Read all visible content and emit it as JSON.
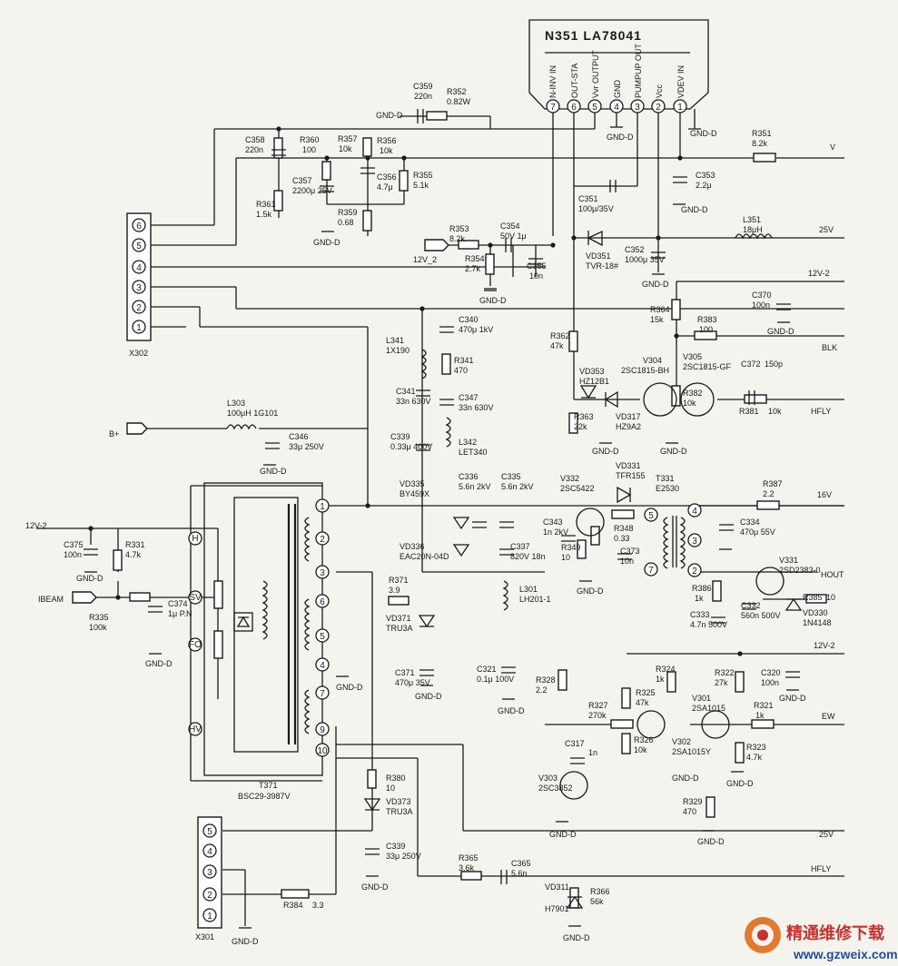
{
  "ic": {
    "name": "N351 LA78041",
    "pins": [
      {
        "num": "7",
        "name": "N-INV IN"
      },
      {
        "num": "6",
        "name": "OUT-STA"
      },
      {
        "num": "5",
        "name": "Vvr OUTPUT"
      },
      {
        "num": "4",
        "name": "GND"
      },
      {
        "num": "3",
        "name": "PUMPUP OUT"
      },
      {
        "num": "2",
        "name": "Vcc"
      },
      {
        "num": "1",
        "name": "VDEV IN"
      }
    ]
  },
  "connectors": {
    "x302": {
      "label": "X302",
      "pins": [
        "6",
        "5",
        "4",
        "3",
        "2",
        "1"
      ]
    },
    "x301": {
      "label": "X301",
      "pins": [
        "5",
        "4",
        "3",
        "2",
        "1"
      ]
    }
  },
  "transformer": {
    "label": "T371",
    "part": "BSC29-3987V",
    "left_pins": [
      "H",
      "SV",
      "FO",
      "HV"
    ],
    "right_pins": [
      "1",
      "2",
      "3",
      "6",
      "5",
      "4",
      "7",
      "9",
      "10"
    ]
  },
  "components": [
    {
      "id": "c359",
      "name": "C359",
      "value": "220n"
    },
    {
      "id": "r352",
      "name": "R352",
      "value": "0.82W"
    },
    {
      "id": "c358",
      "name": "C358",
      "value": "220n"
    },
    {
      "id": "r360",
      "name": "R360",
      "value": "100"
    },
    {
      "id": "r357",
      "name": "R357",
      "value": "10k"
    },
    {
      "id": "r356",
      "name": "R356",
      "value": "10k"
    },
    {
      "id": "c357",
      "name": "C357",
      "value": "2200μ 25V"
    },
    {
      "id": "c356",
      "name": "C356",
      "value": "4.7μ"
    },
    {
      "id": "r355",
      "name": "R355",
      "value": "5.1k"
    },
    {
      "id": "r359",
      "name": "R359",
      "value": "0.68"
    },
    {
      "id": "r361",
      "name": "R361",
      "value": "1.5k"
    },
    {
      "id": "r351",
      "name": "R351",
      "value": "8.2k"
    },
    {
      "id": "c353",
      "name": "C353",
      "value": "2.2μ"
    },
    {
      "id": "c351",
      "name": "C351",
      "value": "100μ/35V"
    },
    {
      "id": "r353",
      "name": "R353",
      "value": "8.2k"
    },
    {
      "id": "c354",
      "name": "C354",
      "value": "50V 1μ"
    },
    {
      "id": "r354",
      "name": "R354",
      "value": "2.7k"
    },
    {
      "id": "c355",
      "name": "C355",
      "value": "10n"
    },
    {
      "id": "vd351",
      "name": "VD351",
      "value": "TVR-18#"
    },
    {
      "id": "c352",
      "name": "C352",
      "value": "1000μ 35V"
    },
    {
      "id": "l351",
      "name": "L351",
      "value": "18μH"
    },
    {
      "id": "c370",
      "name": "C370",
      "value": "100n"
    },
    {
      "id": "r364",
      "name": "R364",
      "value": "15k"
    },
    {
      "id": "r383",
      "name": "R383",
      "value": "100"
    },
    {
      "id": "r362",
      "name": "R362",
      "value": "47k"
    },
    {
      "id": "v304",
      "name": "V304",
      "value": "2SC1815-BH"
    },
    {
      "id": "v305",
      "name": "V305",
      "value": "2SC1815-GF"
    },
    {
      "id": "c372",
      "name": "C372",
      "value": "150p"
    },
    {
      "id": "vd353",
      "name": "VD353",
      "value": "HZ12B1"
    },
    {
      "id": "r382",
      "name": "R382",
      "value": "10k"
    },
    {
      "id": "r381",
      "name": "R381",
      "value": "10k"
    },
    {
      "id": "r363",
      "name": "R363",
      "value": "22k"
    },
    {
      "id": "vd317",
      "name": "VD317",
      "value": "HZ9A2"
    },
    {
      "id": "c340",
      "name": "C340",
      "value": "470μ 1kV"
    },
    {
      "id": "r341",
      "name": "R341",
      "value": "470"
    },
    {
      "id": "l341",
      "name": "L341",
      "value": "1X190"
    },
    {
      "id": "c341",
      "name": "C341",
      "value": "33n 630V"
    },
    {
      "id": "c347",
      "name": "C347",
      "value": "33n 630V"
    },
    {
      "id": "c339a",
      "name": "C339",
      "value": "0.33μ 400V"
    },
    {
      "id": "l342",
      "name": "L342",
      "value": "LET340"
    },
    {
      "id": "l303",
      "name": "L303",
      "value": "100μH 1G101"
    },
    {
      "id": "c346",
      "name": "C346",
      "value": "33μ 250V"
    },
    {
      "id": "vd335",
      "name": "VD335",
      "value": "BY459X"
    },
    {
      "id": "c336",
      "name": "C336",
      "value": "5.6n 2kV"
    },
    {
      "id": "c335",
      "name": "C335",
      "value": "5.6n 2kV"
    },
    {
      "id": "vd336",
      "name": "VD336",
      "value": "EAC20N-04D"
    },
    {
      "id": "c337",
      "name": "C337",
      "value": "820V 18n"
    },
    {
      "id": "v332",
      "name": "V332",
      "value": "2SC5422"
    },
    {
      "id": "vd331",
      "name": "VD331",
      "value": "TFR155"
    },
    {
      "id": "t331",
      "name": "T331",
      "value": "E2530"
    },
    {
      "id": "c343",
      "name": "C343",
      "value": "1n 2kV"
    },
    {
      "id": "r348",
      "name": "R348",
      "value": "0.33"
    },
    {
      "id": "r349",
      "name": "R349",
      "value": "10"
    },
    {
      "id": "c373",
      "name": "C373",
      "value": "10n"
    },
    {
      "id": "r387",
      "name": "R387",
      "value": "2.2"
    },
    {
      "id": "c334",
      "name": "C334",
      "value": "470μ 55V"
    },
    {
      "id": "v331",
      "name": "V331",
      "value": "2SD2383-0"
    },
    {
      "id": "r386",
      "name": "R386",
      "value": "1k"
    },
    {
      "id": "c332",
      "name": "C332",
      "value": "560n 500V"
    },
    {
      "id": "c333",
      "name": "C333",
      "value": "4.7n 500V"
    },
    {
      "id": "vd330",
      "name": "VD330",
      "value": "1N4148"
    },
    {
      "id": "r385",
      "name": "R385",
      "value": "10"
    },
    {
      "id": "l301",
      "name": "L301",
      "value": "LH201-1"
    },
    {
      "id": "c321",
      "name": "C321",
      "value": "0.1μ 100V"
    },
    {
      "id": "r328",
      "name": "R328",
      "value": "2.2"
    },
    {
      "id": "r331",
      "name": "R331",
      "value": "4.7k"
    },
    {
      "id": "c375",
      "name": "C375",
      "value": "100n"
    },
    {
      "id": "r335",
      "name": "R335",
      "value": "100k"
    },
    {
      "id": "c374",
      "name": "C374",
      "value": "1μ P.N"
    },
    {
      "id": "r371",
      "name": "R371",
      "value": "3.9"
    },
    {
      "id": "vd371",
      "name": "VD371",
      "value": "TRU3A"
    },
    {
      "id": "c371",
      "name": "C371",
      "value": "470μ 35V"
    },
    {
      "id": "r324",
      "name": "R324",
      "value": "1k"
    },
    {
      "id": "r322",
      "name": "R322",
      "value": "27k"
    },
    {
      "id": "c320",
      "name": "C320",
      "value": "100n"
    },
    {
      "id": "r325",
      "name": "R325",
      "value": "47k"
    },
    {
      "id": "r327",
      "name": "R327",
      "value": "270k"
    },
    {
      "id": "v301",
      "name": "V301",
      "value": "2SA1015"
    },
    {
      "id": "r321",
      "name": "R321",
      "value": "1k"
    },
    {
      "id": "c317",
      "name": "C317",
      "value": "1n"
    },
    {
      "id": "r326",
      "name": "R326",
      "value": "10k"
    },
    {
      "id": "v302",
      "name": "V302",
      "value": "2SA1015Y"
    },
    {
      "id": "r323",
      "name": "R323",
      "value": "4.7k"
    },
    {
      "id": "v303",
      "name": "V303",
      "value": "2SC3852"
    },
    {
      "id": "r329",
      "name": "R329",
      "value": "470"
    },
    {
      "id": "r380",
      "name": "R380",
      "value": "10"
    },
    {
      "id": "vd373",
      "name": "VD373",
      "value": "TRU3A"
    },
    {
      "id": "c339b",
      "name": "C339",
      "value": "33μ 250V"
    },
    {
      "id": "r365",
      "name": "R365",
      "value": "3.6k"
    },
    {
      "id": "c365",
      "name": "C365",
      "value": "5.6n"
    },
    {
      "id": "r366",
      "name": "R366",
      "value": "56k"
    },
    {
      "id": "vd311",
      "name": "VD311",
      "value": "H7901"
    },
    {
      "id": "r384",
      "name": "R384",
      "value": "3.3"
    }
  ],
  "nets": {
    "v": "V",
    "v25a": "25V",
    "v12a": "12V-2",
    "blk": "BLK",
    "hfly_a": "HFLY",
    "v16": "16V",
    "hout": "HOUT",
    "v12b": "12V-2",
    "ew": "EW",
    "v25b": "25V",
    "hfly_b": "HFLY",
    "bplus": "B+",
    "v12_left": "12V-2",
    "v12_flag": "12V_2",
    "ibeam": "IBEAM",
    "gnd": "GND-D"
  },
  "watermark": {
    "title": "精通维修下载",
    "url": "www.gzweix.com"
  }
}
